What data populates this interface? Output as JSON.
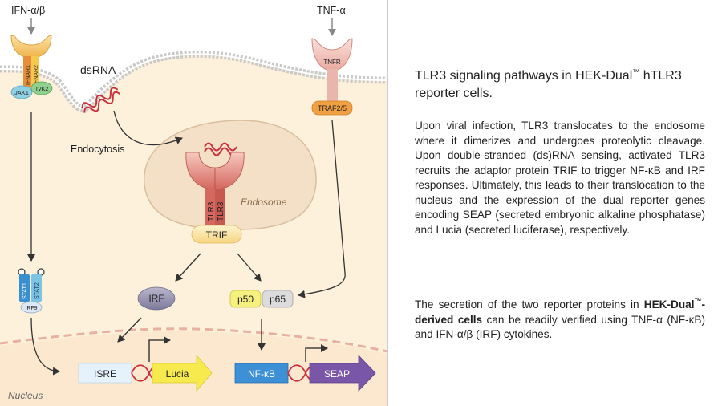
{
  "ligands": {
    "ifn": "IFN-α/β",
    "tnf": "TNF-α",
    "dsrna": "dsRNA"
  },
  "receptors": {
    "ifnar1": "IFNAR1",
    "ifnar2": "IFNAR2",
    "jak1": "JAK1",
    "tyk2": "TyK2",
    "tnfr": "TNFR",
    "traf": "TRAF2/5",
    "tlr3": "TLR3"
  },
  "labels": {
    "endocytosis": "Endocytosis",
    "endosome": "Endosome",
    "nucleus": "Nucleus"
  },
  "proteins": {
    "trif": "TRIF",
    "irf": "IRF",
    "p50": "p50",
    "p65": "p65",
    "stat1": "STAT1",
    "stat2": "STAT2",
    "irf9": "IRF9"
  },
  "genes": {
    "isre": "ISRE",
    "lucia": "Lucia",
    "nfkb": "NF-κB",
    "seap": "SEAP"
  },
  "colors": {
    "cytoplasm": "#fdf1dc",
    "membrane": "#c8c8c8",
    "endosome": "#f4dfc7",
    "tlr3": "#d4675e",
    "trif": "#fbe6a8",
    "irf": "#8e8aa8",
    "p50": "#f6f07e",
    "p65": "#dcdcdc",
    "ifnar1": "#e78e3a",
    "ifnar2": "#f5c94e",
    "stat1": "#3a8fcf",
    "stat2": "#7cc4e4",
    "jak1": "#8fd1e4",
    "tyk2": "#8fd18e",
    "traf": "#f0a040",
    "tnfr": "#f2b9b0",
    "isre": "#e6f2fb",
    "lucia": "#f6ea4e",
    "nfkb": "#3d8fd6",
    "seap": "#7a56a8",
    "dna": "#c8323c"
  },
  "side_panel": {
    "title_a": "TLR3 signaling pathways in HEK-Dual",
    "tm1": "™",
    "title_b": " hTLR3 reporter cells.",
    "para1": "Upon viral infection, TLR3 translocates to the endosome where it dimerizes and undergoes proteolytic cleavage. Upon double-stranded (ds)RNA sensing, activated TLR3 recruits the adaptor protein TRIF to trigger NF-κB and IRF responses. Ultimately, this leads to their translocation to the nucleus and the expression of the dual reporter genes encoding SEAP (secreted embryonic alkaline phosphatase) and Lucia (secreted luciferase), respectively.",
    "para2_a": "The secretion of the two reporter proteins in ",
    "para2_b": "HEK-Dual",
    "tm2": "™",
    "para2_c": "-derived cells",
    "para2_d": " can be readily verified using TNF-α (NF-κB) and IFN-α/β (IRF) cytokines."
  }
}
